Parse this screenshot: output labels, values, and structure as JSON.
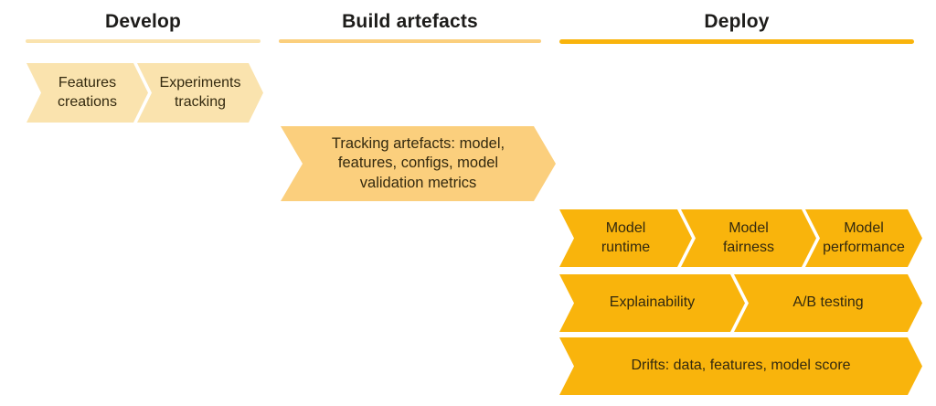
{
  "colors": {
    "develop": "#fae3ae",
    "build": "#fbcf7d",
    "deploy": "#f9b40c",
    "chev-text": "#33290f",
    "heading": "#1d1c1a"
  },
  "columns": {
    "develop": {
      "title": "Develop",
      "steps": [
        {
          "name": "features-creations",
          "lines": [
            "Features",
            "creations"
          ]
        },
        {
          "name": "experiments-tracking",
          "lines": [
            "Experiments",
            "tracking"
          ]
        }
      ]
    },
    "build": {
      "title": "Build artefacts",
      "steps": [
        {
          "name": "tracking-artefacts",
          "lines": [
            "Tracking artefacts: model,",
            "features, configs, model",
            "validation metrics"
          ]
        }
      ]
    },
    "deploy": {
      "title": "Deploy",
      "rows": [
        {
          "steps": [
            {
              "name": "model-runtime",
              "lines": [
                "Model",
                "runtime"
              ]
            },
            {
              "name": "model-fairness",
              "lines": [
                "Model",
                "fairness"
              ]
            },
            {
              "name": "model-performance",
              "lines": [
                "Model",
                "performance"
              ]
            }
          ]
        },
        {
          "steps": [
            {
              "name": "explainability",
              "lines": [
                "Explainability"
              ]
            },
            {
              "name": "ab-testing",
              "lines": [
                "A/B testing"
              ]
            }
          ]
        },
        {
          "steps": [
            {
              "name": "drifts",
              "lines": [
                "Drifts: data, features, model score"
              ]
            }
          ]
        }
      ]
    }
  }
}
